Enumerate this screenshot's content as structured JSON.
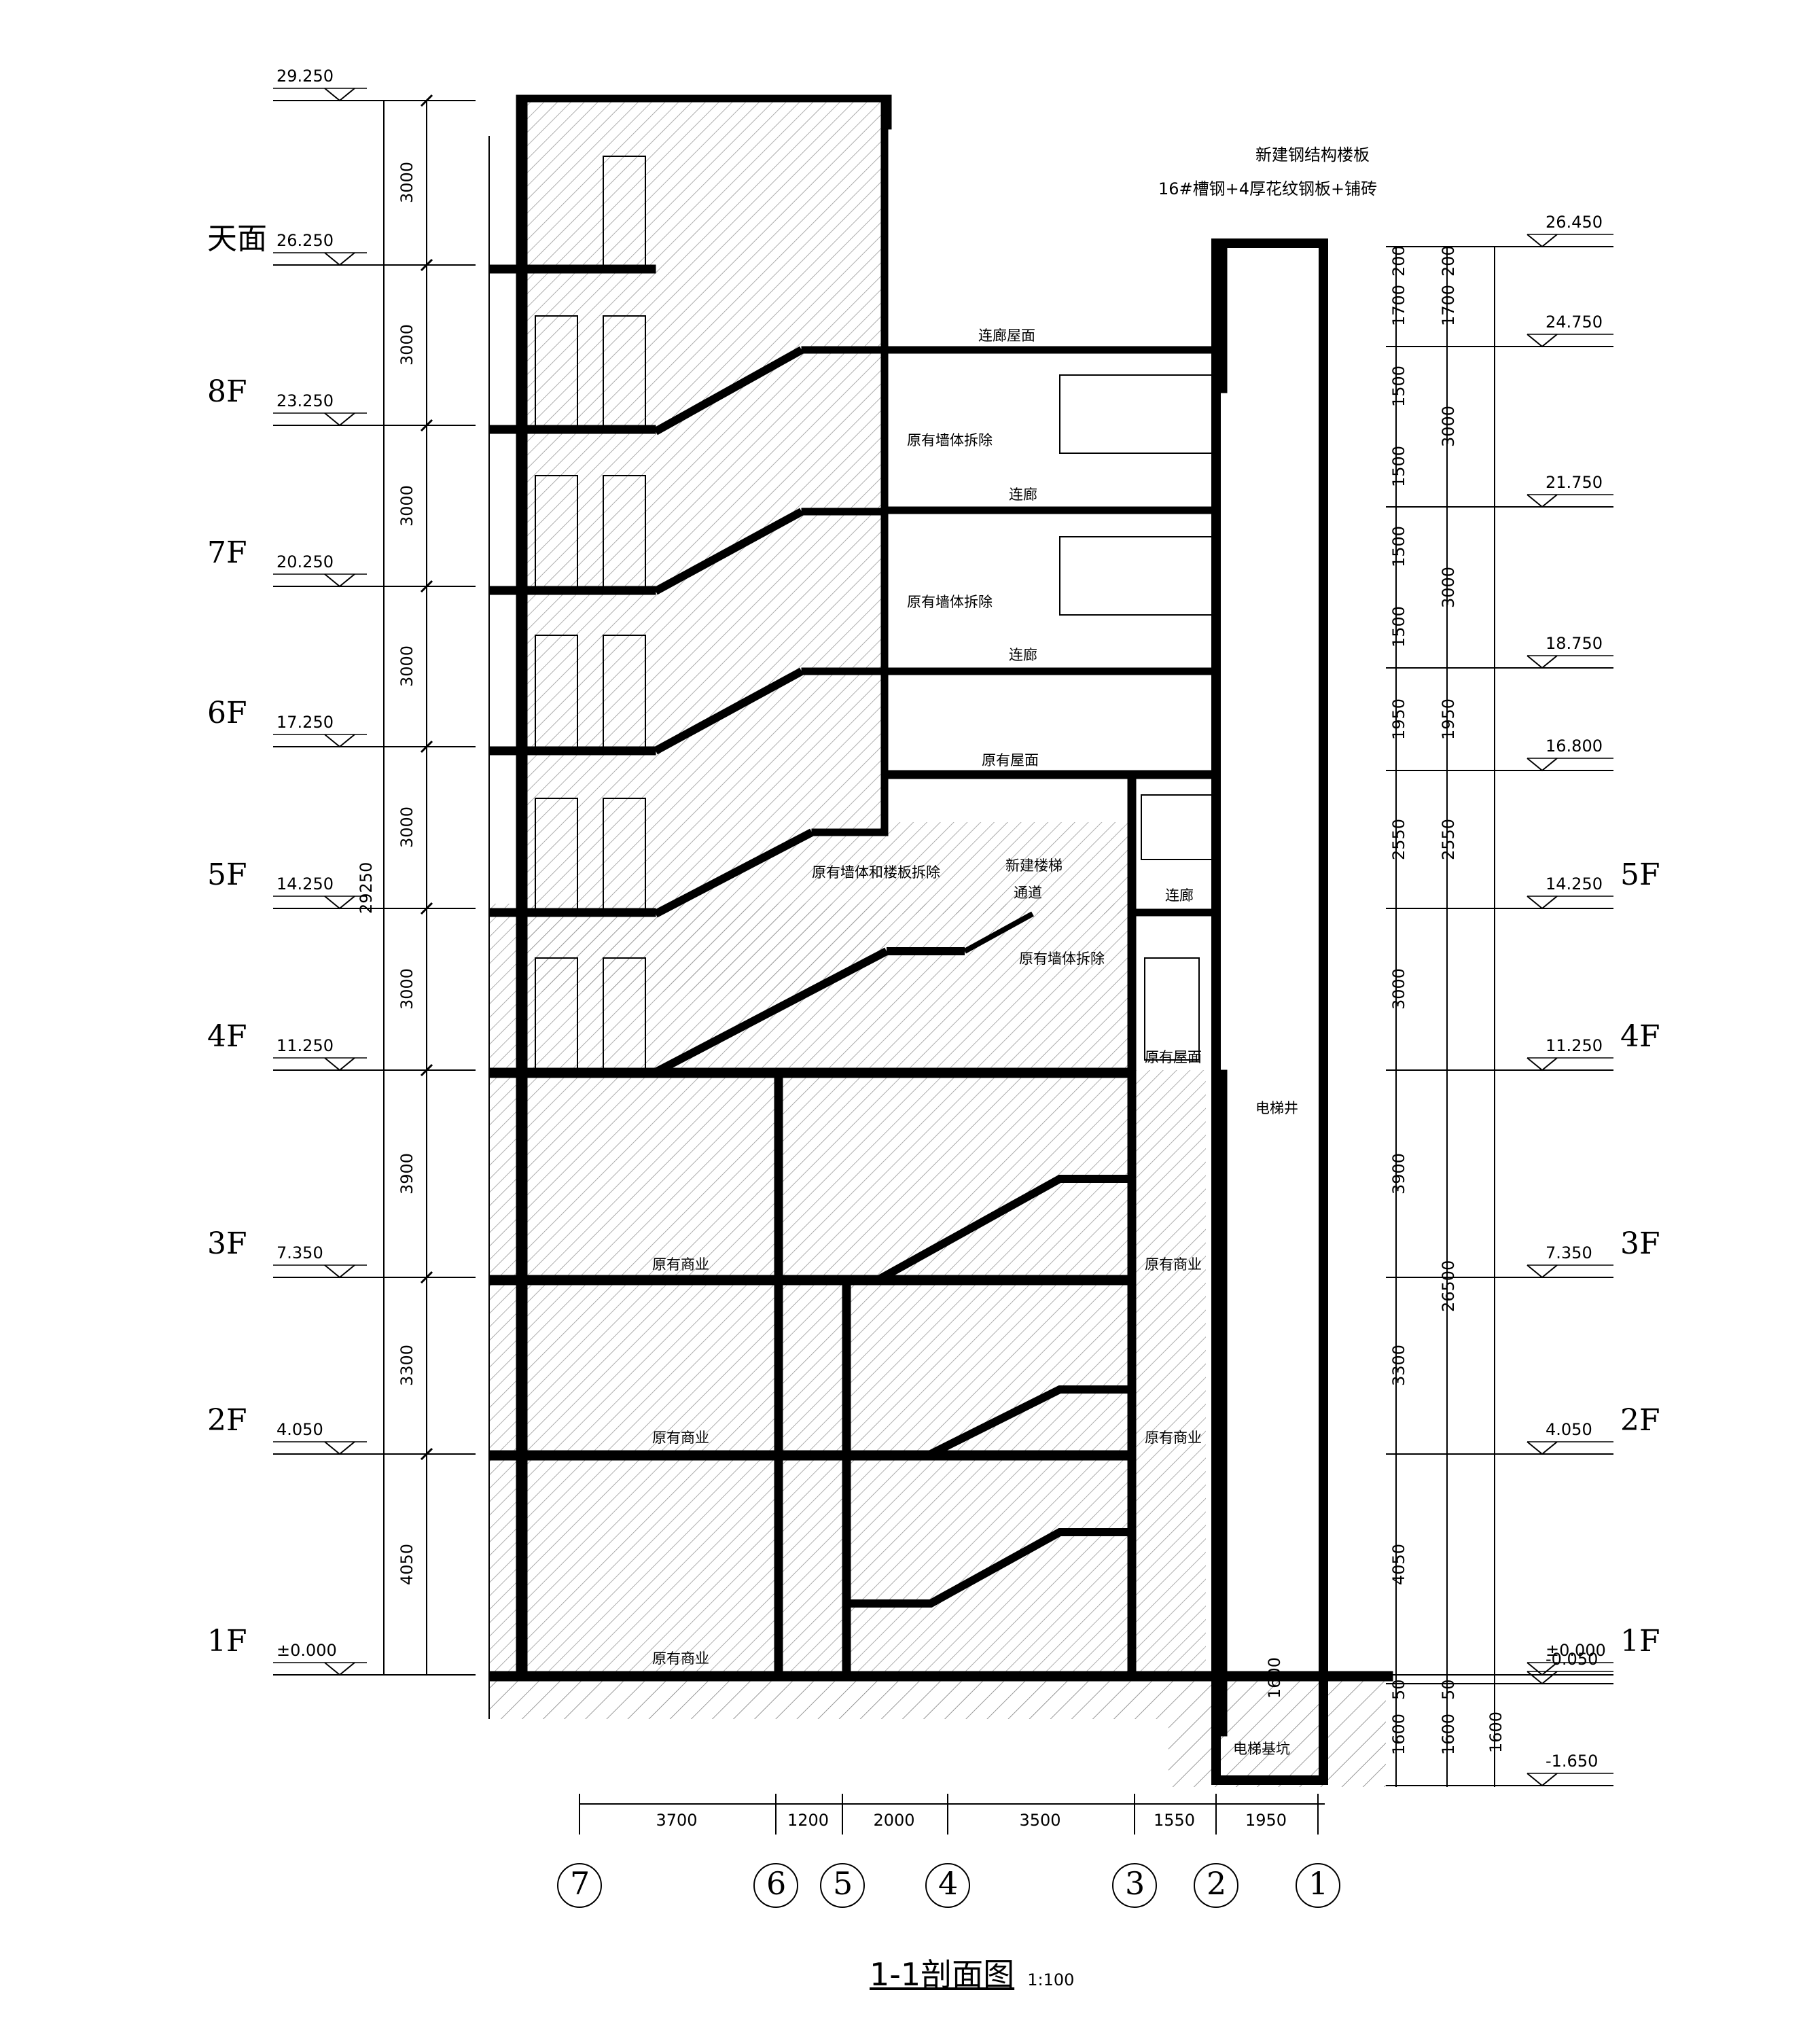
{
  "title": {
    "text": "1-1剖面图",
    "scale": "1:100"
  },
  "notes_top": {
    "line1": "新建钢结构楼板",
    "line2": "16#槽钢+4厚花纹钢板+铺砖"
  },
  "left_levels": [
    {
      "floor": "",
      "elev": "29.250"
    },
    {
      "floor": "天面",
      "elev": "26.250"
    },
    {
      "floor": "8F",
      "elev": "23.250"
    },
    {
      "floor": "7F",
      "elev": "20.250"
    },
    {
      "floor": "6F",
      "elev": "17.250"
    },
    {
      "floor": "5F",
      "elev": "14.250"
    },
    {
      "floor": "4F",
      "elev": "11.250"
    },
    {
      "floor": "3F",
      "elev": "7.350"
    },
    {
      "floor": "2F",
      "elev": "4.050"
    },
    {
      "floor": "1F",
      "elev": "±0.000"
    }
  ],
  "left_dims": [
    "3000",
    "3000",
    "3000",
    "3000",
    "3000",
    "3000",
    "3900",
    "3300",
    "4050"
  ],
  "left_total": "29250",
  "right_levels": [
    {
      "floor": "",
      "elev": "26.450"
    },
    {
      "floor": "",
      "elev": "24.750"
    },
    {
      "floor": "",
      "elev": "21.750"
    },
    {
      "floor": "",
      "elev": "18.750"
    },
    {
      "floor": "",
      "elev": "16.800"
    },
    {
      "floor": "5F",
      "elev": "14.250"
    },
    {
      "floor": "4F",
      "elev": "11.250"
    },
    {
      "floor": "3F",
      "elev": "7.350"
    },
    {
      "floor": "2F",
      "elev": "4.050"
    },
    {
      "floor": "1F",
      "elev": "±0.000"
    },
    {
      "floor": "",
      "elev": "-0.050"
    },
    {
      "floor": "",
      "elev": "-1.650"
    }
  ],
  "right_dims_inner": [
    "200",
    "1700",
    "1500",
    "1500",
    "1500",
    "1500",
    "1950",
    "2550",
    "3000",
    "3900",
    "3300",
    "4050",
    "50",
    "1600"
  ],
  "right_dims_mid": [
    "200",
    "1700",
    "3000",
    "3000",
    "1950",
    "2550",
    "26500",
    "50",
    "1600"
  ],
  "right_dims_outer": [
    "1600"
  ],
  "bottom_dims": [
    "3700",
    "1200",
    "2000",
    "3500",
    "1550",
    "1950"
  ],
  "axes": [
    "7",
    "6",
    "5",
    "4",
    "3",
    "2",
    "1"
  ],
  "labels": {
    "corridor_roof": "连廊屋面",
    "corridor": "连廊",
    "existing_wall_removed": "原有墙体拆除",
    "existing_roof": "原有屋面",
    "wall_floor_removed": "原有墙体和楼板拆除",
    "new_stair": "新建楼梯",
    "passage": "通道",
    "commercial": "原有商业",
    "elevator_shaft": "电梯井",
    "elevator_pit": "电梯基坑",
    "pit_dim": "1600"
  },
  "colors": {
    "line": "#000000",
    "hatch": "#8a8a8a",
    "paper": "#ffffff"
  }
}
